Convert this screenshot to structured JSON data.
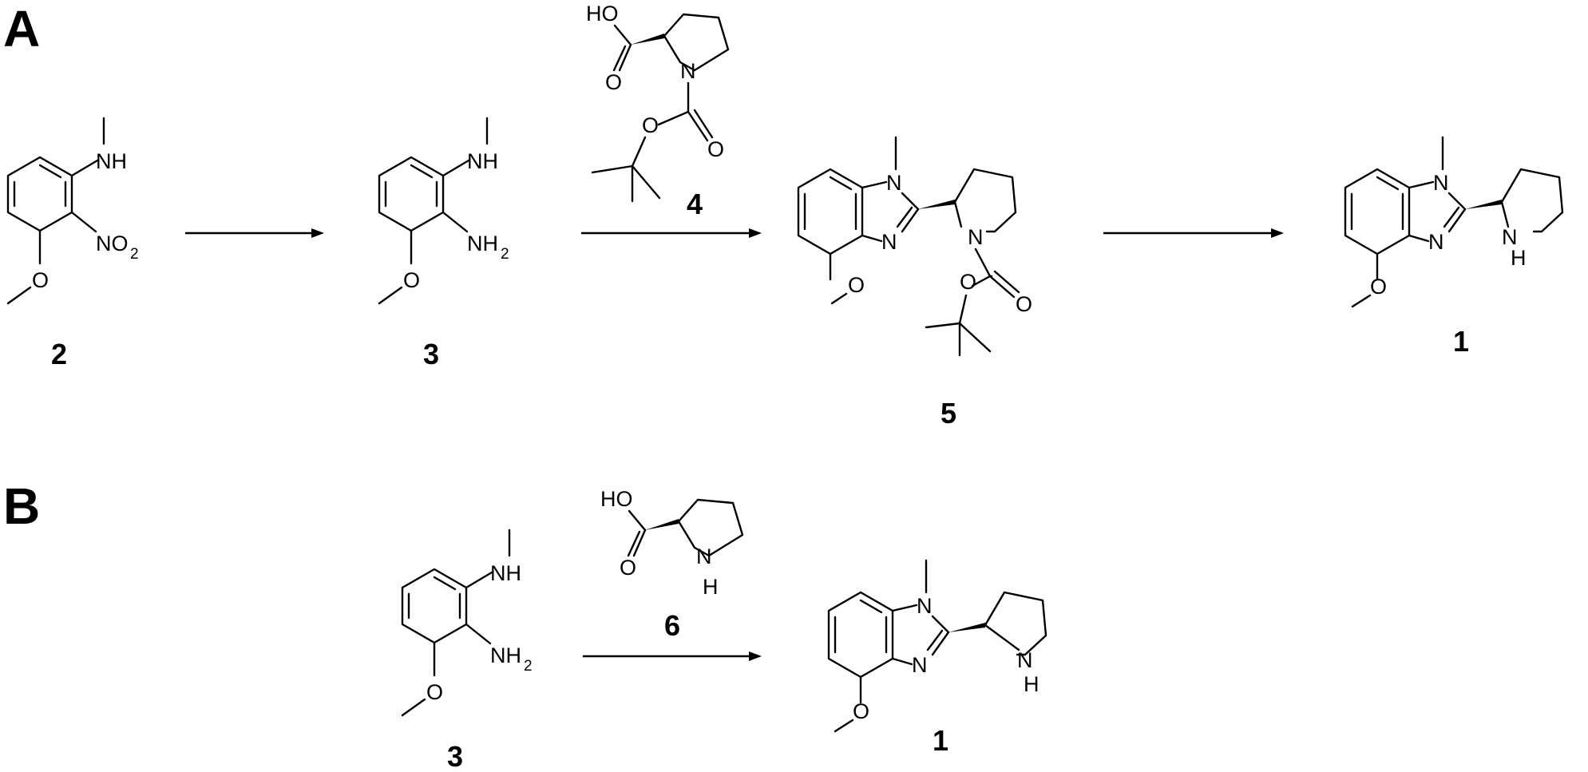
{
  "panels": [
    {
      "id": "A",
      "label": "A"
    },
    {
      "id": "B",
      "label": "B"
    }
  ],
  "compounds": {
    "c2": {
      "label": "2"
    },
    "c3": {
      "label": "3"
    },
    "c4": {
      "label": "4"
    },
    "c5": {
      "label": "5"
    },
    "c1": {
      "label": "1"
    },
    "c3b": {
      "label": "3"
    },
    "c6": {
      "label": "6"
    },
    "c1b": {
      "label": "1"
    }
  },
  "atoms": {
    "NH": "NH",
    "N": "N",
    "H": "H",
    "O": "O",
    "HO": "HO",
    "NO": "NO",
    "NH_base": "NH",
    "sub2": "2"
  }
}
